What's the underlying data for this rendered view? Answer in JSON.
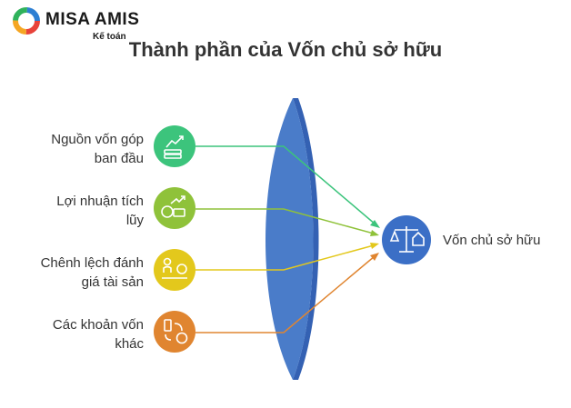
{
  "brand": {
    "name": "MISA AMIS",
    "subname": "Kế toán"
  },
  "title": "Thành phần của Vốn chủ sở hữu",
  "inputs": [
    {
      "label_line1": "Nguồn vốn góp",
      "label_line2": "ban đầu",
      "color": "#3cc47c",
      "icon": "money-growth-icon"
    },
    {
      "label_line1": "Lợi nhuận tích",
      "label_line2": "lũy",
      "color": "#8fc23a",
      "icon": "profit-cash-icon"
    },
    {
      "label_line1": "Chênh lệch đánh",
      "label_line2": "giá tài sản",
      "color": "#e3c81c",
      "icon": "asset-valuation-icon"
    },
    {
      "label_line1": "Các khoản vốn",
      "label_line2": "khác",
      "color": "#e08530",
      "icon": "capital-exchange-icon"
    }
  ],
  "result": {
    "label": "Vốn chủ sở hữu",
    "color": "#3b6fc6",
    "icon": "scale-balance-icon"
  },
  "lens_color": "#4a7cc9"
}
